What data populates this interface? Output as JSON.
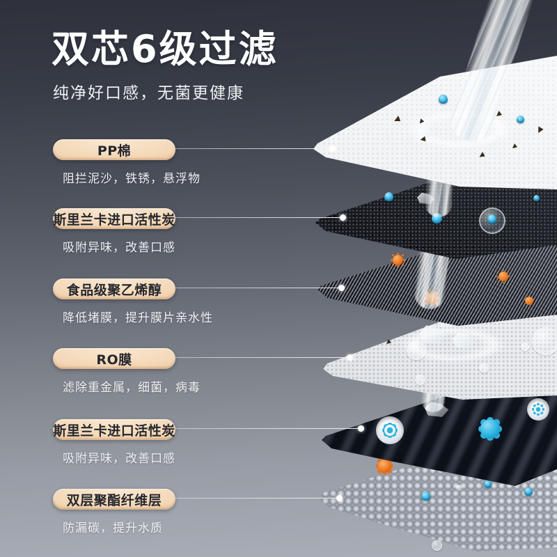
{
  "header": {
    "title": "双芯6级过滤",
    "subtitle": "纯净好口感，无菌更健康"
  },
  "stages": [
    {
      "label": "PP棉",
      "desc": "阻拦泥沙，铁锈，悬浮物"
    },
    {
      "label": "斯里兰卡进口活性炭",
      "desc": "吸附异味，改善口感"
    },
    {
      "label": "食品级聚乙烯醇",
      "desc": "降低堵膜，提升膜片亲水性"
    },
    {
      "label": "RO膜",
      "desc": "滤除重金属，细菌，病毒"
    },
    {
      "label": "斯里兰卡进口活性炭",
      "desc": "吸附异味，改善口感"
    },
    {
      "label": "双层聚酯纤维层",
      "desc": "防漏碳，提升水质"
    }
  ],
  "illustration": {
    "layers": [
      "pp-cotton-plate",
      "activated-carbon-layer",
      "wire-mesh-layer",
      "ro-membrane-layer",
      "carbon-block-layer",
      "polyester-fiber-layer"
    ],
    "icons": {
      "water-stream": "pouring-water",
      "sediment-icon": "dark-triangle-grit",
      "droplet-icon": "blue-teardrop",
      "virus-icon": "orange-spiky-ball",
      "microbe-icon": "blue-snowflake-in-white-pore",
      "bubble-icon": "clear-water-bubble"
    }
  },
  "colors": {
    "background_top": "#2e313c",
    "background_bottom": "#a9aeb7",
    "title_text": "#ffffff",
    "desc_text": "#eef0f3",
    "pill_light": "#f9e7cf",
    "pill_dark": "#ddae7f",
    "pill_text": "#26272e",
    "droplet_blue": "#35b7e9",
    "microbe_blue": "#2ab4e2",
    "virus_orange": "#e8731f",
    "sediment_brown": "#3a2c1d"
  }
}
